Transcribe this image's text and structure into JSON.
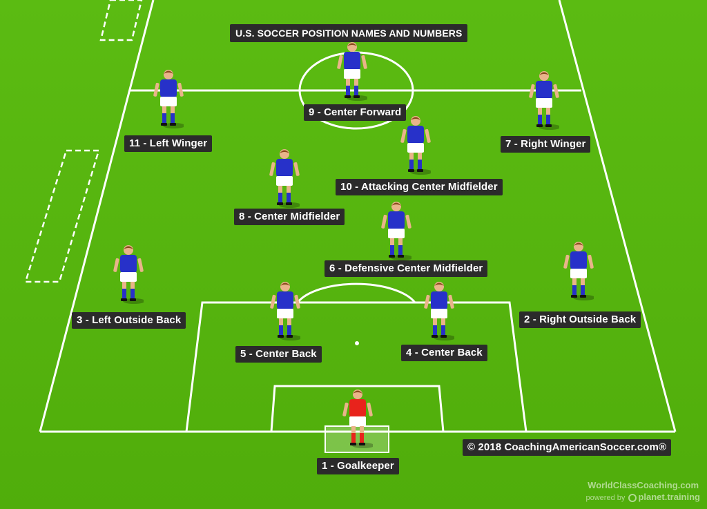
{
  "diagram": {
    "title": "U.S. SOCCER POSITION NAMES AND NUMBERS",
    "copyright": "© 2018 CoachingAmericanSoccer.com®",
    "watermark": {
      "line1": "WorldClassCoaching.com",
      "powered_by": "powered by",
      "brand": "planet.training"
    },
    "colors": {
      "pitch": "#57b510",
      "lines": "#ffffff",
      "outfield_kit": "#2731c9",
      "keeper_kit": "#e8231c",
      "label_bg": "#2b2b2b"
    },
    "positions": [
      {
        "number": 1,
        "label": "1 - Goalkeeper",
        "role": "goalkeeper"
      },
      {
        "number": 2,
        "label": "2 - Right Outside Back",
        "role": "outfield"
      },
      {
        "number": 3,
        "label": "3 - Left Outside Back",
        "role": "outfield"
      },
      {
        "number": 4,
        "label": "4 - Center Back",
        "role": "outfield"
      },
      {
        "number": 5,
        "label": "5 - Center Back",
        "role": "outfield"
      },
      {
        "number": 6,
        "label": "6 - Defensive Center Midfielder",
        "role": "outfield"
      },
      {
        "number": 7,
        "label": "7 - Right Winger",
        "role": "outfield"
      },
      {
        "number": 8,
        "label": "8 - Center Midfielder",
        "role": "outfield"
      },
      {
        "number": 9,
        "label": "9 - Center Forward",
        "role": "outfield"
      },
      {
        "number": 10,
        "label": "10 - Attacking Center Midfielder",
        "role": "outfield"
      },
      {
        "number": 11,
        "label": "11 - Left Winger",
        "role": "outfield"
      }
    ]
  }
}
